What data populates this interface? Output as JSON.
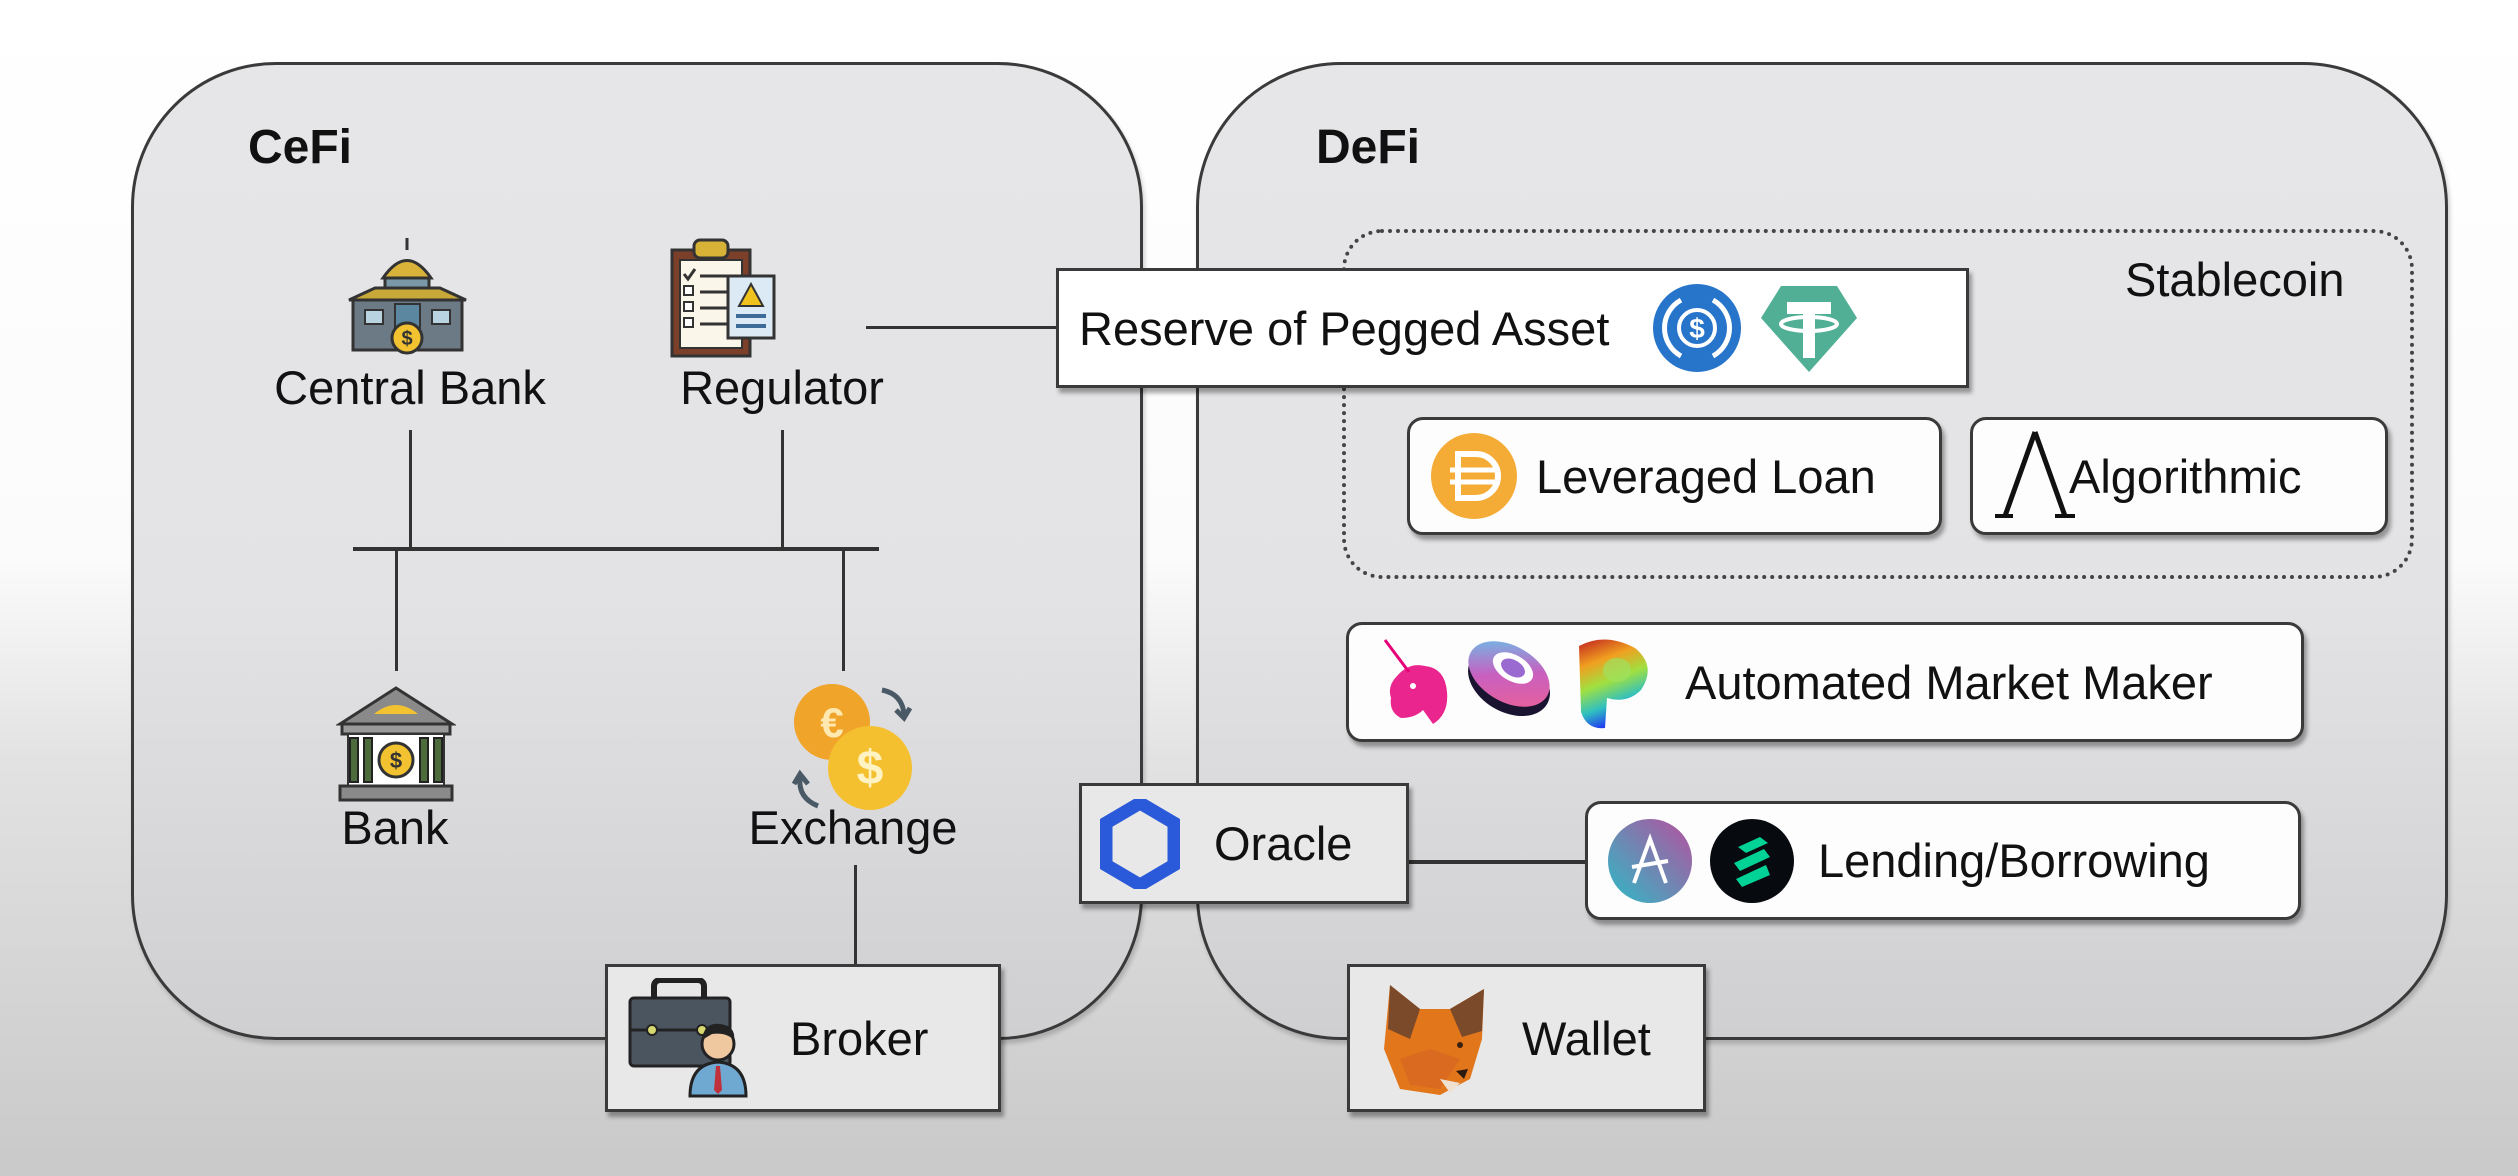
{
  "cefi": {
    "title": "CeFi",
    "nodes": {
      "central_bank": {
        "label": "Central Bank",
        "icon": "central-bank-building-icon"
      },
      "regulator": {
        "label": "Regulator",
        "icon": "clipboard-checklist-icon"
      },
      "bank": {
        "label": "Bank",
        "icon": "bank-building-icon"
      },
      "exchange": {
        "label": "Exchange",
        "icon": "currency-exchange-icon"
      }
    }
  },
  "defi": {
    "title": "DeFi",
    "stablecoin": {
      "title": "Stablecoin",
      "reserve": {
        "label": "Reserve of Pegged Asset",
        "icons": [
          "usdc-icon",
          "tether-icon"
        ]
      },
      "leveraged_loan": {
        "label": "Leveraged Loan",
        "icons": [
          "dai-icon"
        ]
      },
      "algorithmic": {
        "label": "Algorithmic",
        "icons": [
          "lambda-icon"
        ]
      }
    },
    "amm": {
      "label": "Automated Market Maker",
      "icons": [
        "uniswap-icon",
        "sushiswap-icon",
        "curve-icon"
      ]
    },
    "lending": {
      "label": "Lending/Borrowing",
      "icons": [
        "aave-icon",
        "compound-icon"
      ]
    }
  },
  "shared": {
    "oracle": {
      "label": "Oracle",
      "icon": "chainlink-icon"
    },
    "broker": {
      "label": "Broker",
      "icon": "briefcase-person-icon"
    },
    "wallet": {
      "label": "Wallet",
      "icon": "metamask-fox-icon"
    }
  },
  "colors": {
    "usdc": "#2775ca",
    "tether": "#50af95",
    "dai": "#f5ac37",
    "chainlink": "#2a5ada",
    "uniswap": "#e6007a",
    "compound": "#00d395"
  }
}
